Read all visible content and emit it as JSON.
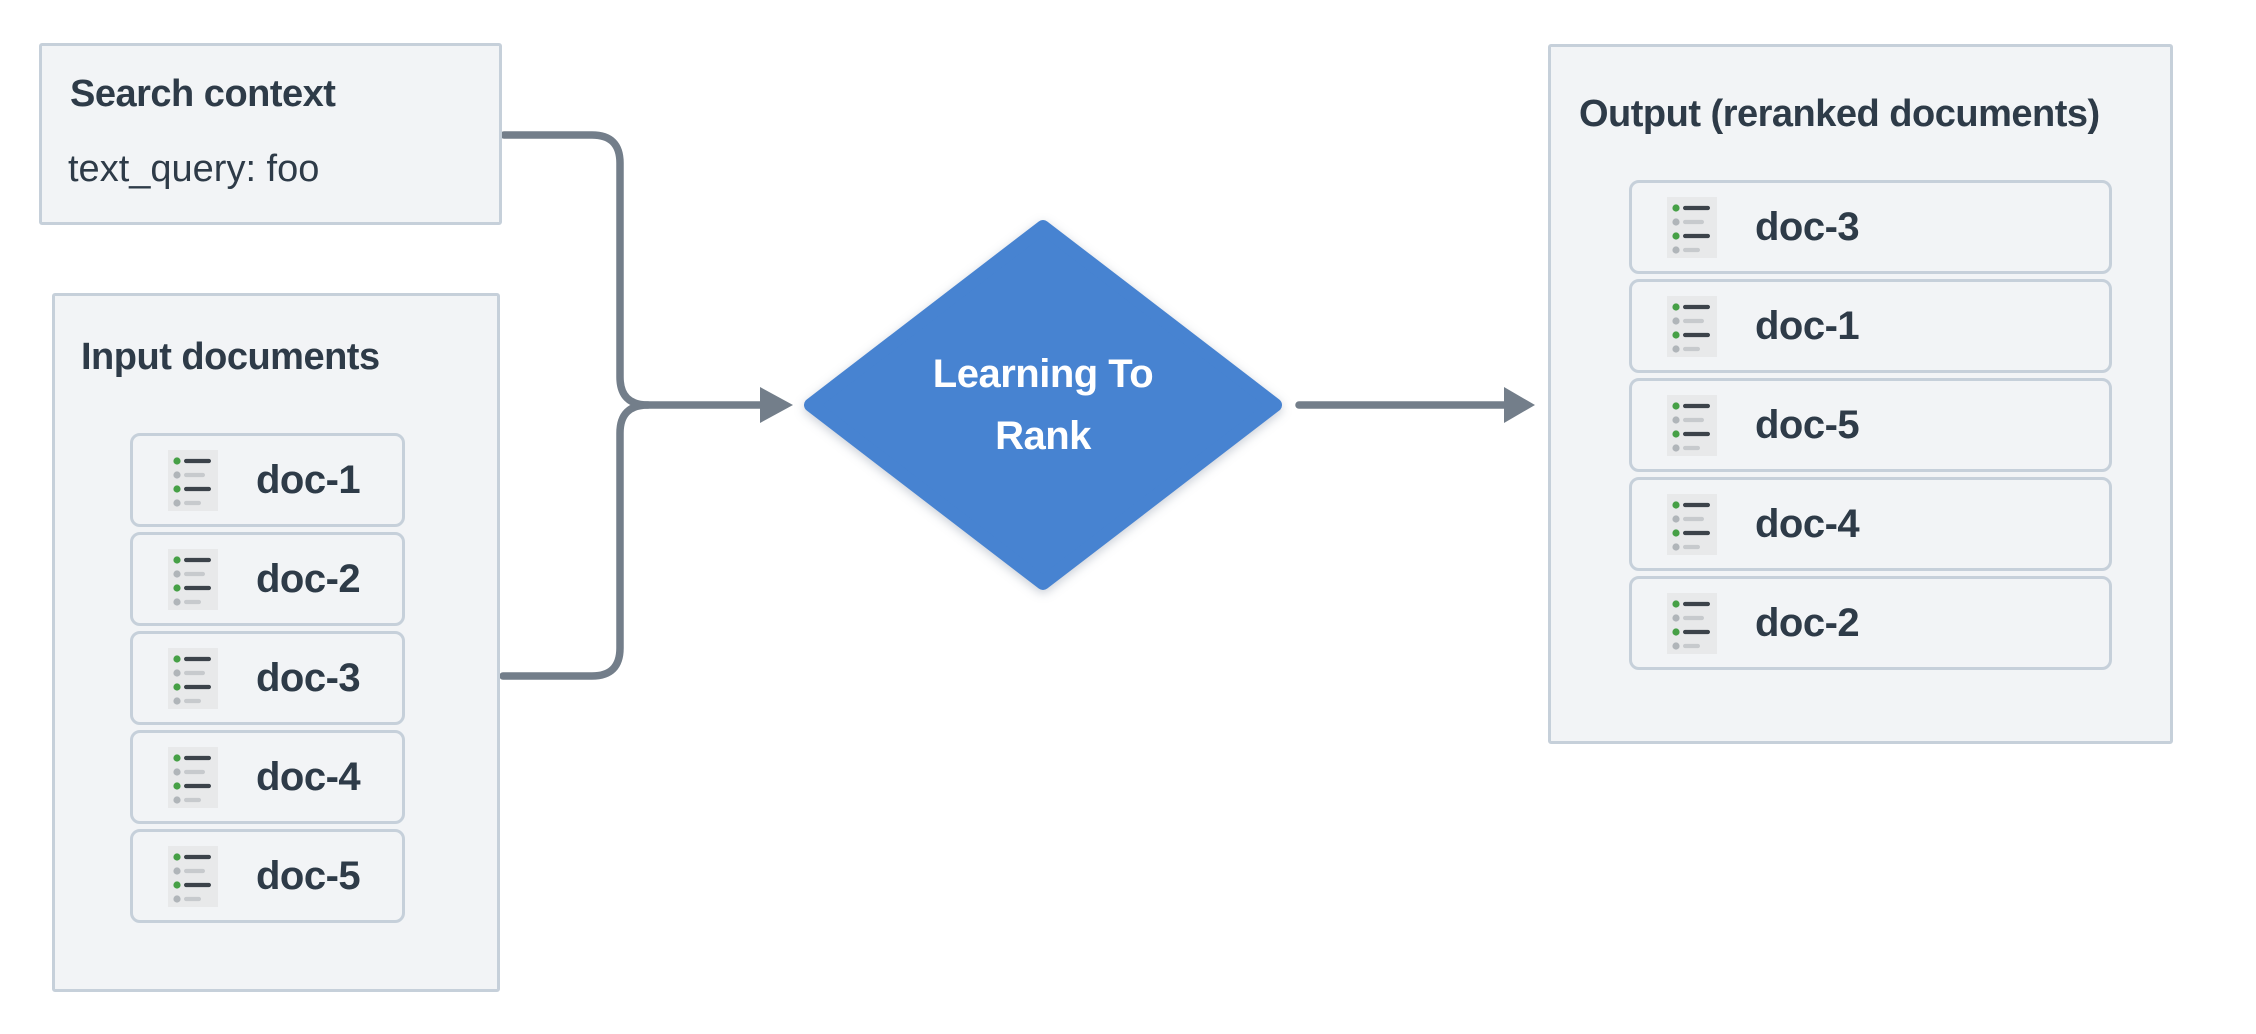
{
  "colors": {
    "accent_blue": "#4783d1",
    "connector_gray": "#737e8a",
    "box_fill": "#f2f4f6",
    "box_border": "#c6d0da",
    "text_dark": "#2e3b48",
    "icon_bg": "#e8e9ea",
    "icon_line_dark": "#3c434a",
    "icon_line_light": "#c7cacd",
    "icon_dot_green": "#46a046",
    "icon_dot_gray": "#b0b5b9",
    "diamond_text": "#ffffff"
  },
  "search_context": {
    "title": "Search context",
    "body": "text_query: foo"
  },
  "input_documents": {
    "title": "Input documents",
    "items": [
      "doc-1",
      "doc-2",
      "doc-3",
      "doc-4",
      "doc-5"
    ]
  },
  "process": {
    "line1": "Learning To",
    "line2": "Rank"
  },
  "output_documents": {
    "title": "Output (reranked documents)",
    "items": [
      "doc-3",
      "doc-1",
      "doc-5",
      "doc-4",
      "doc-2"
    ]
  }
}
